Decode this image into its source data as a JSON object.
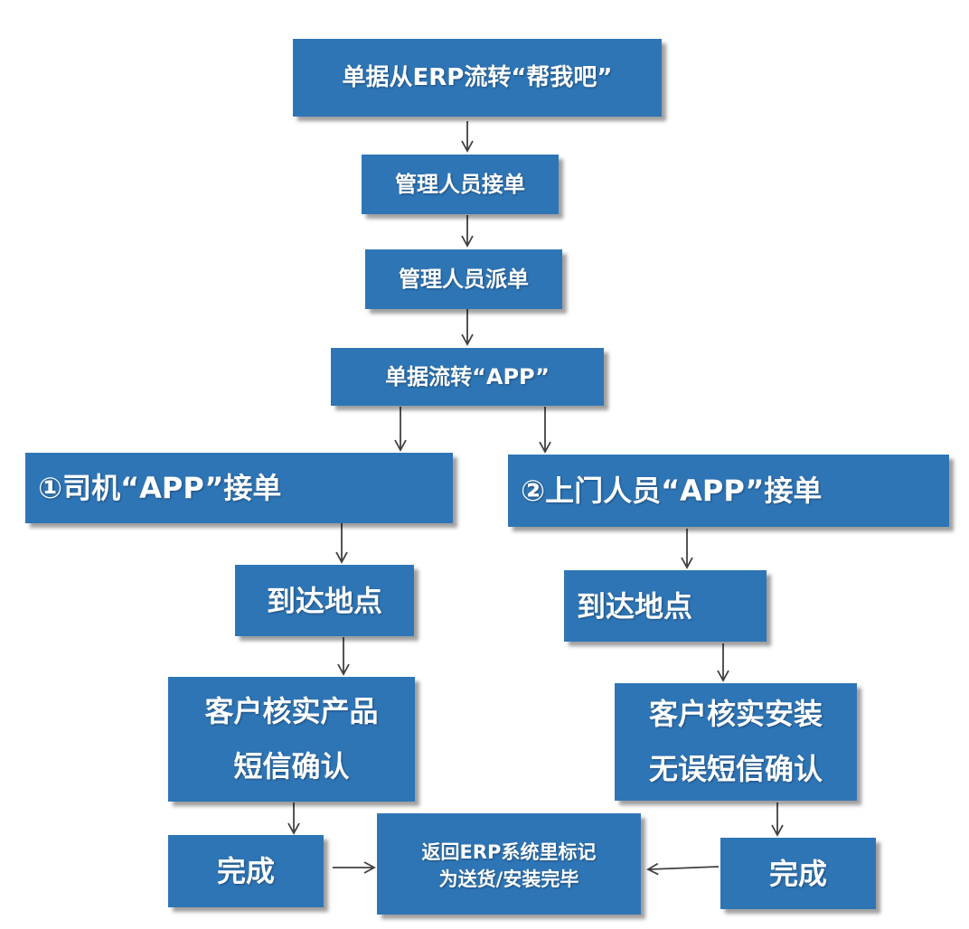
{
  "colors": {
    "box_fill": "#2e75b6",
    "box_text": "#ffffff",
    "arrow": "#404040"
  },
  "nodes": {
    "erp_transfer": "单据从ERP流转“帮我吧”",
    "manager_accept": "管理人员接单",
    "manager_dispatch": "管理人员派单",
    "app_transfer": "单据流转“APP”",
    "driver_accept": "①司机“APP”接单",
    "installer_accept": "②上门人员“APP”接单",
    "driver_arrive": "到达地点",
    "installer_arrive": "到达地点",
    "driver_verify": {
      "line1": "客户核实产品",
      "line2": "短信确认"
    },
    "installer_verify": {
      "line1": "客户核实安装",
      "line2": "无误短信确认"
    },
    "driver_done": "完成",
    "installer_done": "完成",
    "return_erp": {
      "line1": "返回ERP系统里标记",
      "line2": "为送货/安装完毕"
    }
  }
}
